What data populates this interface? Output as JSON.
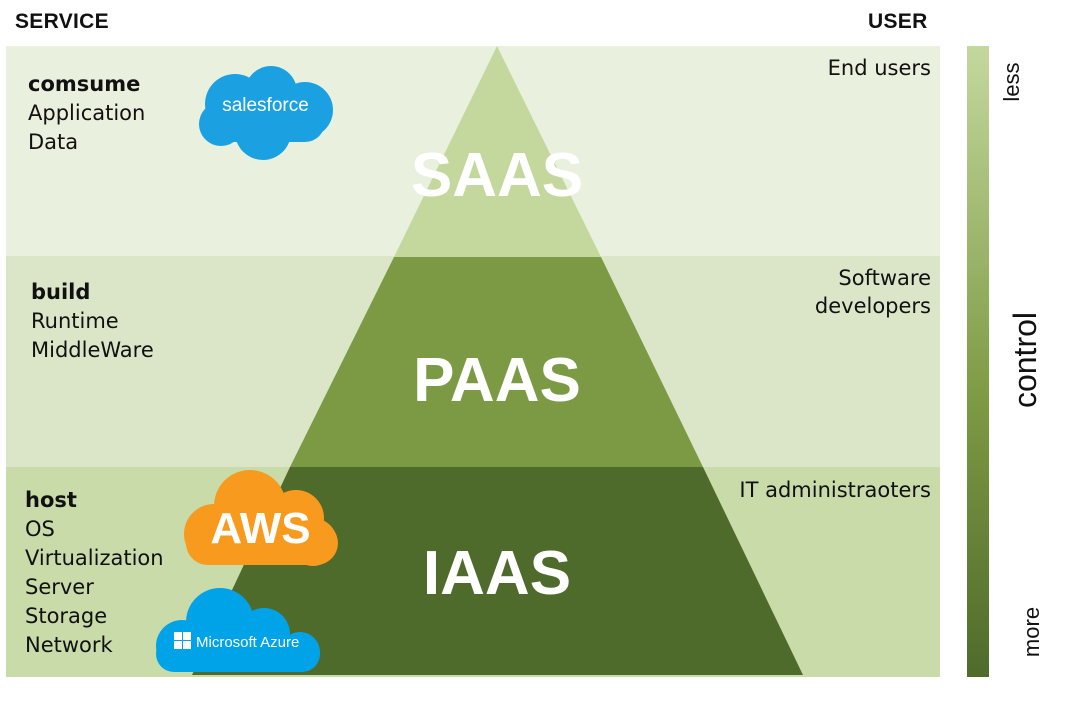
{
  "header": {
    "service": "SERVICE",
    "user": "USER"
  },
  "layers": [
    {
      "tier": "SAAS",
      "service_head": "comsume",
      "service_items": [
        "Application",
        "Data"
      ],
      "user": "End users"
    },
    {
      "tier": "PAAS",
      "service_head": "build",
      "service_items": [
        "Runtime",
        "MiddleWare"
      ],
      "user": "Software developers"
    },
    {
      "tier": "IAAS",
      "service_head": "host",
      "service_items": [
        "OS",
        "Virtualization",
        "Server",
        "Storage",
        "Network"
      ],
      "user": "IT administraoters"
    }
  ],
  "logos": {
    "salesforce": "salesforce",
    "aws": "AWS",
    "azure": "Microsoft Azure"
  },
  "control_bar": {
    "top": "less",
    "middle": "control",
    "bottom": "more"
  },
  "colors": {
    "band_top": "#eaf0de",
    "band_mid": "#dbe6c8",
    "band_bottom": "#c9dba8",
    "tier_top": "#c4d89e",
    "tier_mid": "#7c9a43",
    "tier_bottom": "#4f6b2b",
    "salesforce": "#1ba1e2",
    "aws": "#f79a1e",
    "azure": "#00a3e8"
  }
}
